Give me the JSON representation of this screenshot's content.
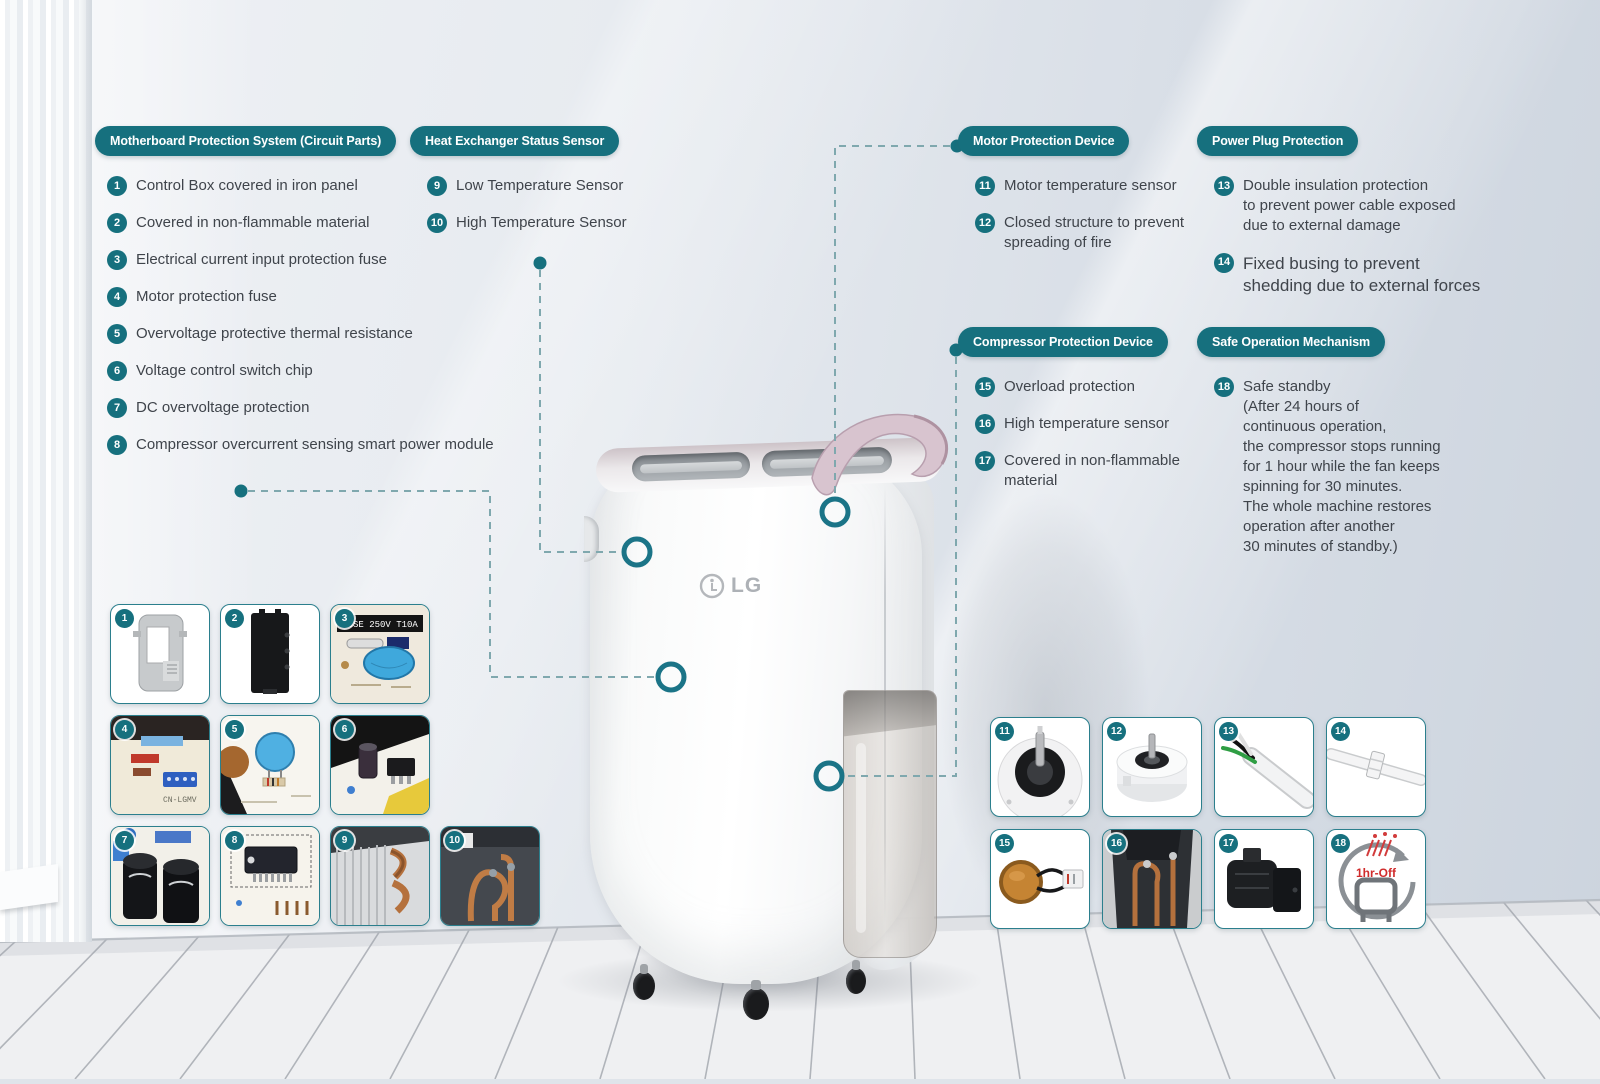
{
  "colors": {
    "accent_teal": "#16707e",
    "dash_line": "#7fa8ae",
    "body_text": "#3f444b"
  },
  "product": {
    "logo_text": "LG"
  },
  "sections": {
    "motherboard": {
      "title": "Motherboard Protection System (Circuit Parts)",
      "items": [
        {
          "num": "1",
          "text": "Control Box covered in iron panel"
        },
        {
          "num": "2",
          "text": "Covered in non-flammable material"
        },
        {
          "num": "3",
          "text": "Electrical current input protection fuse"
        },
        {
          "num": "4",
          "text": "Motor protection fuse"
        },
        {
          "num": "5",
          "text": "Overvoltage protective thermal resistance"
        },
        {
          "num": "6",
          "text": "Voltage control switch chip"
        },
        {
          "num": "7",
          "text": "DC overvoltage protection"
        },
        {
          "num": "8",
          "text": "Compressor overcurrent sensing smart power module"
        }
      ]
    },
    "heat_exchanger": {
      "title": "Heat Exchanger Status Sensor",
      "items": [
        {
          "num": "9",
          "text": "Low Temperature Sensor"
        },
        {
          "num": "10",
          "text": "High Temperature Sensor"
        }
      ]
    },
    "motor": {
      "title": "Motor Protection Device",
      "items": [
        {
          "num": "11",
          "text": "Motor temperature sensor"
        },
        {
          "num": "12",
          "text": "Closed structure to prevent\nspreading of fire"
        }
      ]
    },
    "power_plug": {
      "title": "Power Plug Protection",
      "items": [
        {
          "num": "13",
          "text": "Double insulation protection\nto prevent power cable exposed\ndue to external damage"
        },
        {
          "num": "14",
          "text": "Fixed busing to prevent\nshedding due to external forces"
        }
      ]
    },
    "compressor": {
      "title": "Compressor Protection Device",
      "items": [
        {
          "num": "15",
          "text": "Overload protection"
        },
        {
          "num": "16",
          "text": "High temperature sensor"
        },
        {
          "num": "17",
          "text": "Covered in non-flammable\nmaterial"
        }
      ]
    },
    "safe_operation": {
      "title": "Safe Operation Mechanism",
      "items": [
        {
          "num": "18",
          "text": "Safe standby\n (After 24 hours of\ncontinuous operation,\nthe compressor stops running\nfor 1 hour while the fan keeps\nspinning for 30 minutes.\nThe whole machine restores\noperation after another\n30 minutes of standby.)"
        }
      ]
    }
  },
  "thumbnails": {
    "left": [
      {
        "num": "1",
        "name": "iron-panel-photo"
      },
      {
        "num": "2",
        "name": "non-flammable-cover-photo"
      },
      {
        "num": "3",
        "name": "input-protection-fuse-photo",
        "label": "FUSE 250V T10A"
      },
      {
        "num": "4",
        "name": "motor-protection-fuse-photo",
        "label": "CN-LGMV"
      },
      {
        "num": "5",
        "name": "thermal-resistance-photo"
      },
      {
        "num": "6",
        "name": "voltage-control-chip-photo"
      },
      {
        "num": "7",
        "name": "dc-overvoltage-capacitors-photo"
      },
      {
        "num": "8",
        "name": "smart-power-module-photo"
      },
      {
        "num": "9",
        "name": "low-temperature-sensor-photo"
      },
      {
        "num": "10",
        "name": "high-temperature-sensor-photo"
      }
    ],
    "right": [
      {
        "num": "11",
        "name": "motor-temperature-sensor-photo"
      },
      {
        "num": "12",
        "name": "closed-motor-structure-photo"
      },
      {
        "num": "13",
        "name": "double-insulated-cable-photo"
      },
      {
        "num": "14",
        "name": "fixed-bushing-cable-photo"
      },
      {
        "num": "15",
        "name": "overload-protector-photo"
      },
      {
        "num": "16",
        "name": "compressor-sensor-photo"
      },
      {
        "num": "17",
        "name": "non-flammable-compressor-cover-photo"
      },
      {
        "num": "18",
        "name": "safe-standby-icon",
        "label": "1hr-Off"
      }
    ]
  }
}
